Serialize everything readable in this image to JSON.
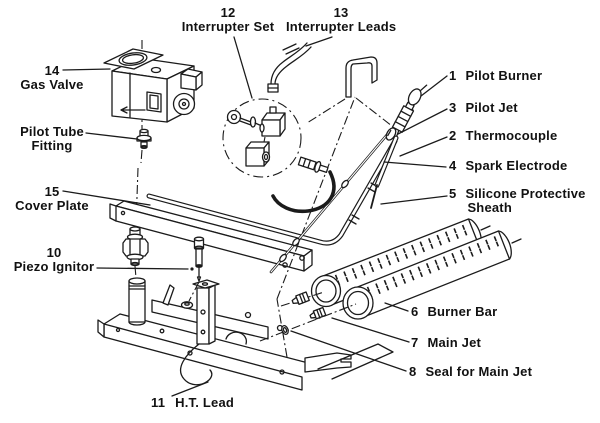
{
  "diagram": {
    "type": "exploded-parts-diagram",
    "subject": "Gas burner / pilot assembly",
    "style": {
      "background": "#ffffff",
      "line_color": "#1b1b1b",
      "text_color": "#111111"
    },
    "labels": {
      "pilot_burner": {
        "num": "1",
        "name": "Pilot Burner"
      },
      "thermocouple": {
        "num": "2",
        "name": "Thermocouple"
      },
      "pilot_jet": {
        "num": "3",
        "name": "Pilot Jet"
      },
      "spark_electrode": {
        "num": "4",
        "name": "Spark Electrode"
      },
      "silicone_sheath": {
        "num": "5",
        "name": "Silicone Protective",
        "name2": "Sheath"
      },
      "burner_bar": {
        "num": "6",
        "name": "Burner Bar"
      },
      "main_jet": {
        "num": "7",
        "name": "Main Jet"
      },
      "seal_main_jet": {
        "num": "8",
        "name": "Seal for Main Jet"
      },
      "piezo_ignitor": {
        "num": "10",
        "name": "Piezo Ignitor"
      },
      "ht_lead": {
        "num": "11",
        "name": "H.T. Lead"
      },
      "interrupter_set": {
        "num": "12",
        "name": "Interrupter Set"
      },
      "interrupter_leads": {
        "num": "13",
        "name": "Interrupter Leads"
      },
      "gas_valve": {
        "num": "14",
        "name": "Gas Valve"
      },
      "cover_plate": {
        "num": "15",
        "name": "Cover Plate"
      },
      "pilot_tube_fitting": {
        "name": "Pilot Tube",
        "name2": "Fitting"
      }
    }
  }
}
